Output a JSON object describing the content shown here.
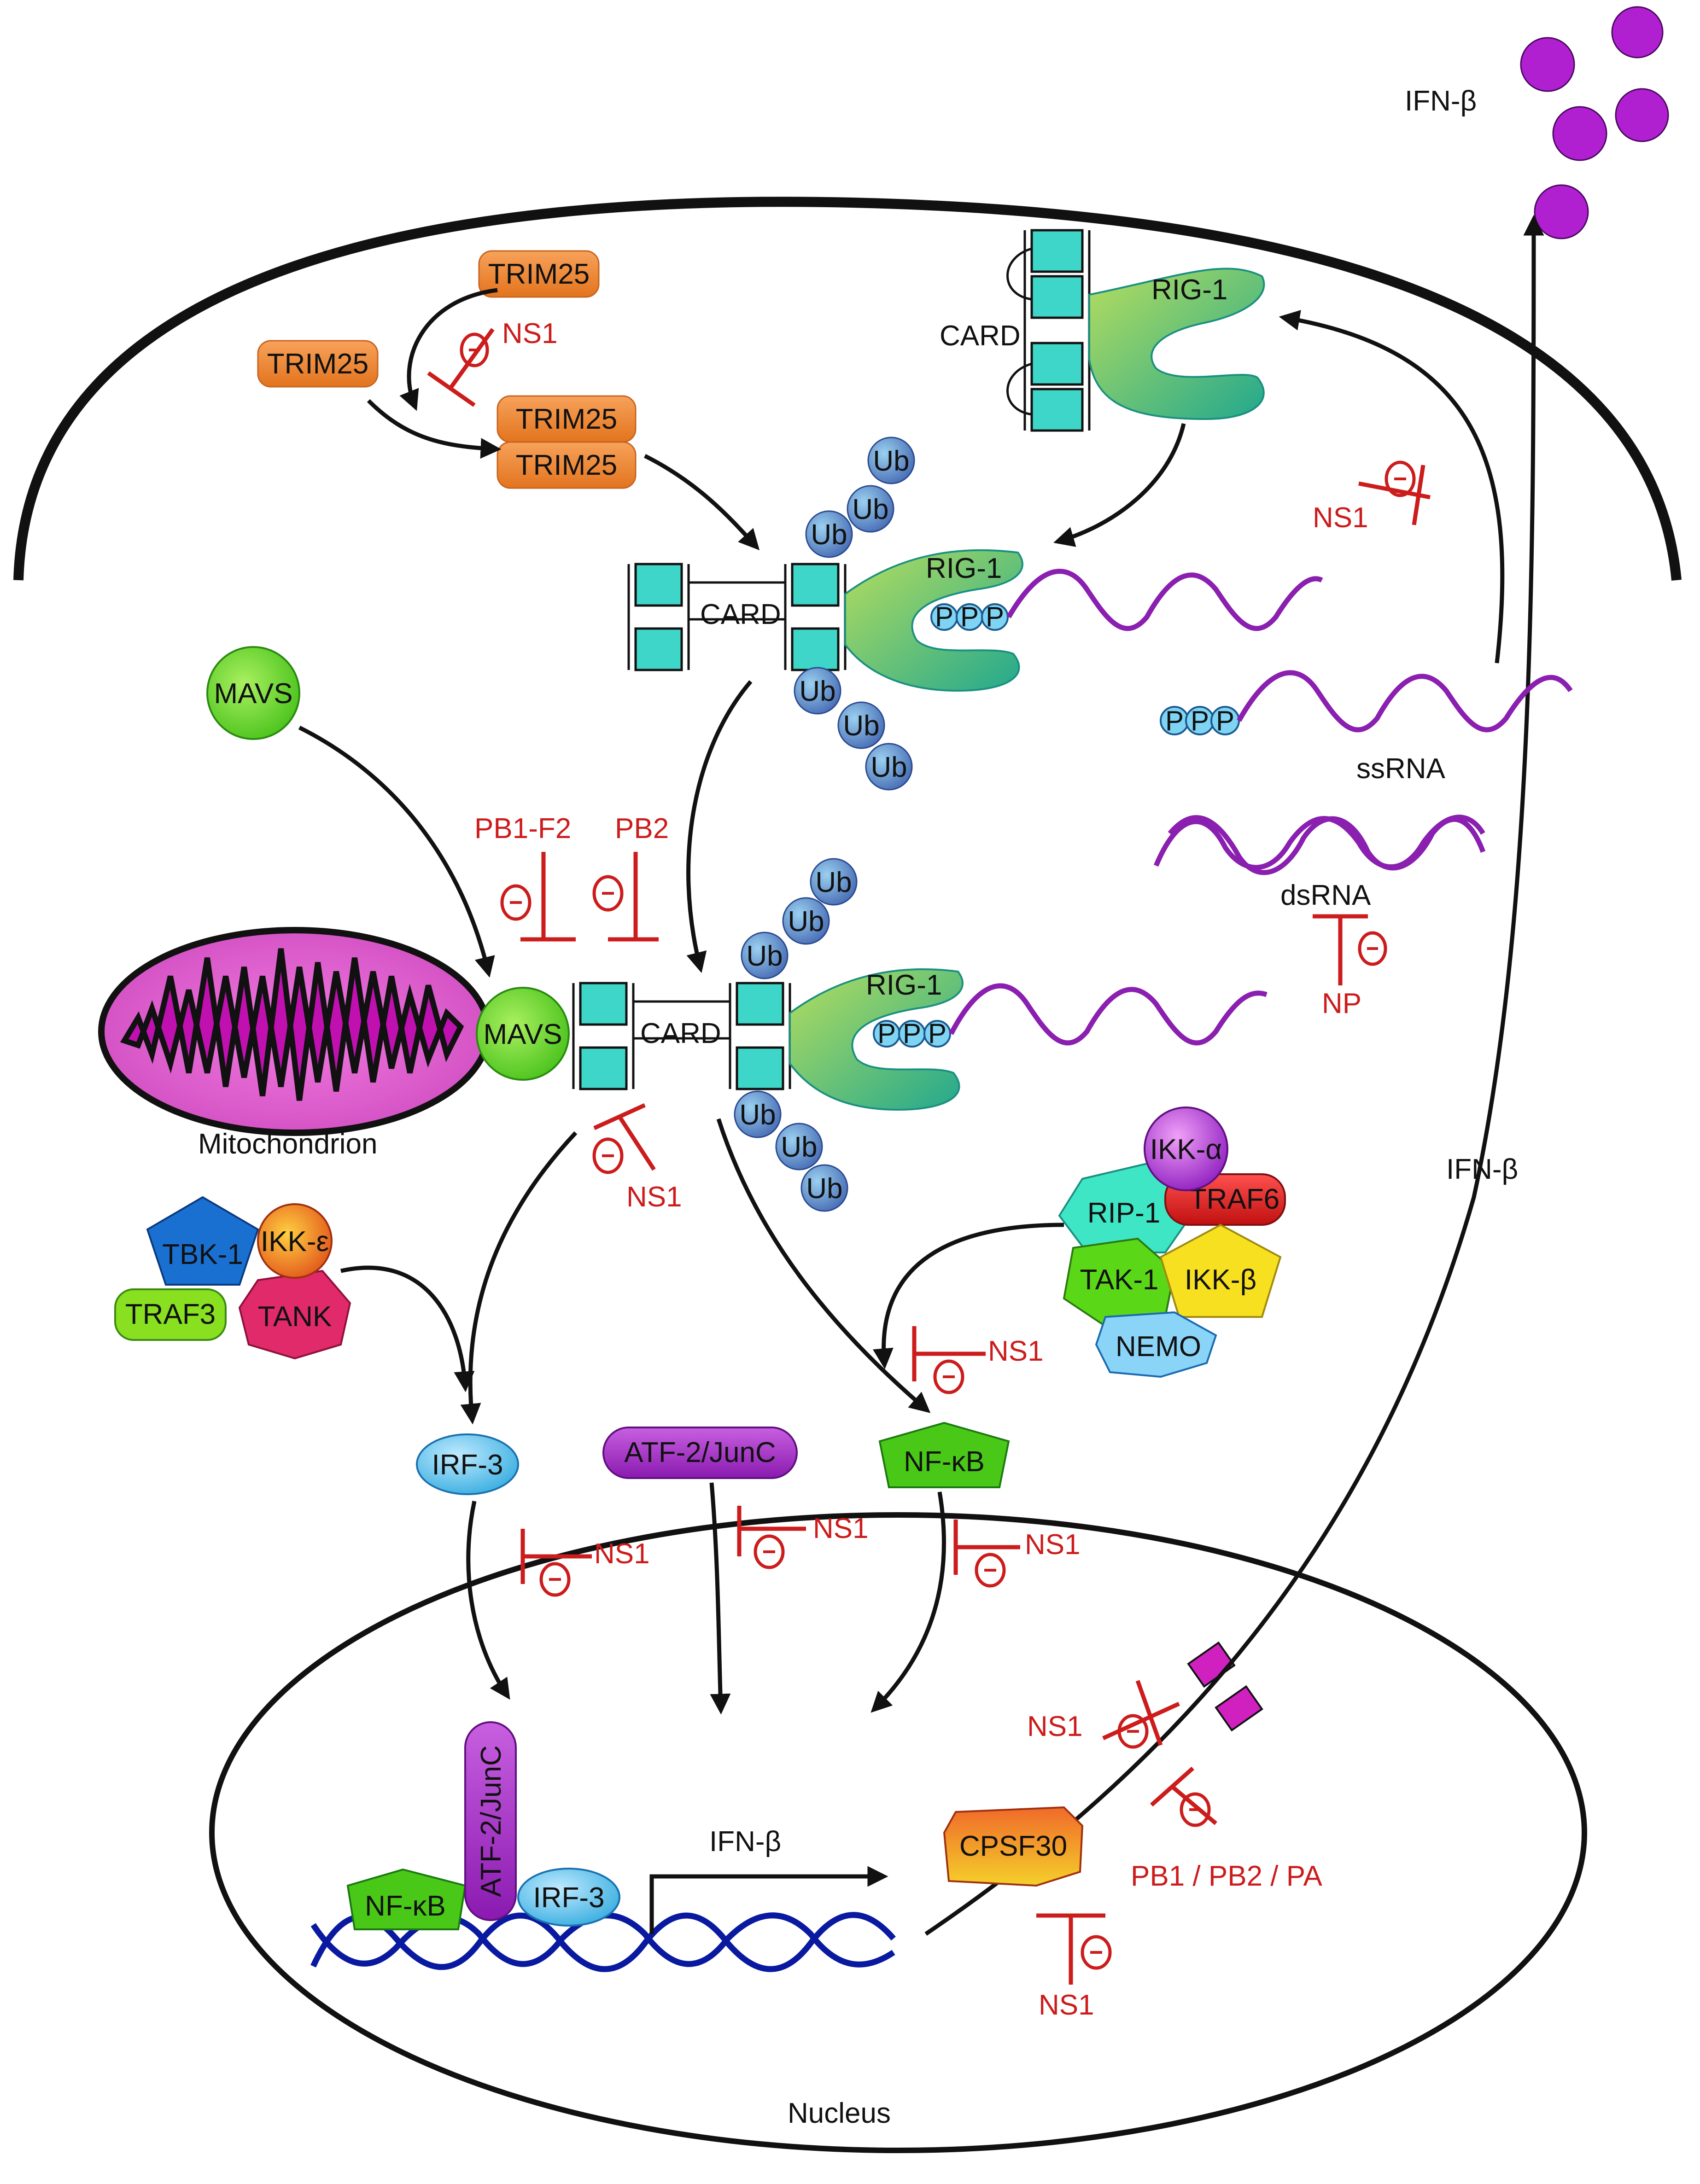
{
  "labels": {
    "ifnb_top": "IFN-β",
    "ifnb_side": "IFN-β",
    "ifnb_transcript": "IFN-β",
    "trim25": "TRIM25",
    "card": "CARD",
    "rig1": "RIG-1",
    "ub": "Ub",
    "p": "P",
    "mavs": "MAVS",
    "mitochondrion": "Mitochondrion",
    "ssrna": "ssRNA",
    "dsrna": "dsRNA",
    "tbk1": "TBK-1",
    "ikke": "IKK-ε",
    "traf3": "TRAF3",
    "tank": "TANK",
    "ikka": "IKK-α",
    "rip1": "RIP-1",
    "traf6": "TRAF6",
    "tak1": "TAK-1",
    "ikkb": "IKK-β",
    "nemo": "NEMO",
    "irf3": "IRF-3",
    "atf2": "ATF-2/JunC",
    "nfkb": "NF-κB",
    "cpsf30": "CPSF30",
    "nucleus": "Nucleus"
  },
  "inhibitors": {
    "ns1": "NS1",
    "np": "NP",
    "pb1f2": "PB1-F2",
    "pb2": "PB2",
    "polymerase": "PB1 / PB2 / PA",
    "minus": "−"
  },
  "colors": {
    "trim25": "#f08a3a",
    "card": "#3ed6c8",
    "rig1_light": "#a8d860",
    "rig1_dark": "#2aae8a",
    "ub": "#5a7fc4",
    "phosphate": "#7fd4f4",
    "rna": "#8a1fb0",
    "mavs": "#66dd22",
    "mito": "#e25fd0",
    "inhibitor": "#cc1c1c",
    "ifnb_dot": "#b020d0",
    "dna": "#0a1aa0",
    "pore": "#d020c0"
  }
}
